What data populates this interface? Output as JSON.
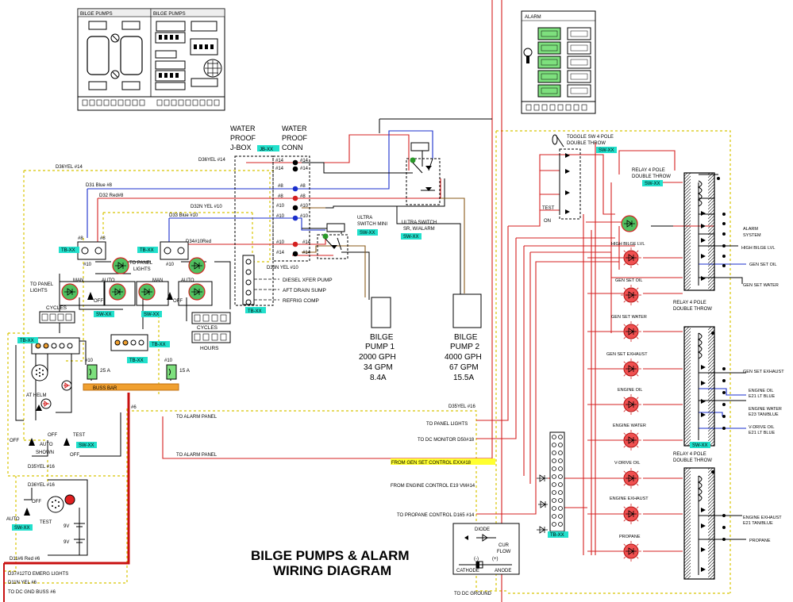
{
  "title": {
    "line1": "BILGE PUMPS & ALARM",
    "line2": "WIRING DIAGRAM"
  },
  "panels": {
    "bilge_pumps_a": "BILGE PUMPS",
    "bilge_pumps_b": "BILGE PUMPS",
    "alarm": "ALARM"
  },
  "junction": {
    "jbox_l1": "WATER",
    "jbox_l2": "PROOF",
    "jbox_l3": "J-BOX",
    "jbox_tag": "JB-XX",
    "conn_l1": "WATER",
    "conn_l2": "PROOF",
    "conn_l3": "CONN"
  },
  "wires": {
    "d36": "D36YEL #14",
    "d31": "D31 Blue #8",
    "d32": "D32 Red#8",
    "d32n": "D32N YEL #10",
    "d33": "D33 Blue #10",
    "d34": "D34#10Red",
    "d33n": "D33N YEL #10",
    "d35": "D35YEL #16",
    "d35b": "D35YEL #16",
    "d35c": "D35YEL #16",
    "d36b": "D36YEL #16",
    "d11": "D11#6  Red #6",
    "d37": "D37#12TO EMERG LIGHTS",
    "d11n": "D11N YEL #6",
    "gnd": "TO DC GND BUSS #6",
    "a14": "#14",
    "a8": "#8",
    "a10": "#10",
    "a6": "#6"
  },
  "loads": {
    "diesel": "DIESEL XFER PUMP",
    "aft": "AFT DRAIN SUMP",
    "refrig": "REFRIG COMP"
  },
  "switch_labels": {
    "ultra_mini_1": "ULTRA",
    "ultra_mini_2": "SWITCH MINI",
    "ultra_sr_1": "ULTRA SWITCH",
    "ultra_sr_2": "SR, W/ALARM",
    "man": "MAN",
    "auto": "AUTO",
    "off": "OFF",
    "to_panel_lights": "TO PANEL LIGHTS",
    "to_panel_lights2": "TO PANEL",
    "lights": "LIGHTS",
    "cycles": "CYCLES",
    "hours": "HOURS",
    "fuse25": "25 A",
    "fuse15": "15 A",
    "buss_bar": "BUSS BAR",
    "at_helm": "AT HELM",
    "shown": "SHOWN",
    "test": "TEST",
    "nine_v": "9V"
  },
  "pumps": {
    "p1_l1": "BILGE",
    "p1_l2": "PUMP 1",
    "p1_l3": "2000 GPH",
    "p1_l4": "34 GPM",
    "p1_l5": "8.4A",
    "p2_l1": "BILGE",
    "p2_l2": "PUMP 2",
    "p2_l3": "4000 GPH",
    "p2_l4": "67 GPM",
    "p2_l5": "15.5A"
  },
  "tags": {
    "tb": "TB-XX",
    "sw": "SW-XX"
  },
  "feeds": {
    "alarm_panel_1": "TO ALARM PANEL",
    "alarm_panel_2": "TO ALARM PANEL",
    "panel_lights": "TO PANEL LIGHTS",
    "dc_monitor": "TO DC MONITOR D50#18",
    "gen_set": "FROM GEN SET CONTROL EXX#18",
    "engine_ctrl": "FROM ENGINE CONTROL E19 VM#14",
    "propane_ctrl": "TO PROPANE CONTROL D165 #14",
    "dc_ground": "TO DC GROUND"
  },
  "alarm_section": {
    "toggle_l1": "TOGGLE SW 4 POLE",
    "toggle_l2": "DOUBLE THROW",
    "relay_l1": "RELAY 4 POLE",
    "relay_l2": "DOUBLE THROW",
    "test": "TEST",
    "on": "ON",
    "alarm_system_1": "ALARM",
    "alarm_system_2": "SYSTEM",
    "high_bilge_out": "HIGH BILGE LVL",
    "gen_set_oil_out": "GEN SET OIL",
    "gen_set_water_out": "GEN SET WATER",
    "gen_set_exhaust_out": "GEN SET EXHAUST",
    "engine_oil_out_1": "ENGINE OIL",
    "engine_oil_out_2": "E21 LT BLUE",
    "engine_water_out_1": "ENGINE WATER",
    "engine_water_out_2": "E23 TAN/BLUE",
    "vdrive_oil_out_1": "V-DRIVE OIL",
    "vdrive_oil_out_2": "E21 LT BLUE",
    "engine_exhaust_out_1": "ENGINE EXHAUST",
    "engine_exhaust_out_2": "E21 TAN/BLUE",
    "propane_out": "PROPANE"
  },
  "leds": [
    "HIGH BILGE LVL",
    "GEN SET OIL",
    "GEN SET WATER",
    "GEN SET EXHAUST",
    "ENGINE OIL",
    "ENGINE WATER",
    "V-DRIVE OIL",
    "ENGINE EXHAUST",
    "PROPANE"
  ],
  "legend": {
    "diode": "DIODE",
    "cur": "CUR",
    "flow": "FLOW",
    "minus": "(-)",
    "plus": "(+)",
    "cathode": "CATHODE",
    "anode": "ANODE"
  },
  "colors": {
    "wire_red": "#d42020",
    "wire_blue": "#1a2fcc",
    "wire_yellow": "#d8c400",
    "wire_brown": "#8a5a1a",
    "tag_cyan": "#22e0cc",
    "bus_orange": "#f0a030",
    "led_red": "#f05050",
    "led_green": "#50c060",
    "highlight_yellow": "#ffff30"
  }
}
